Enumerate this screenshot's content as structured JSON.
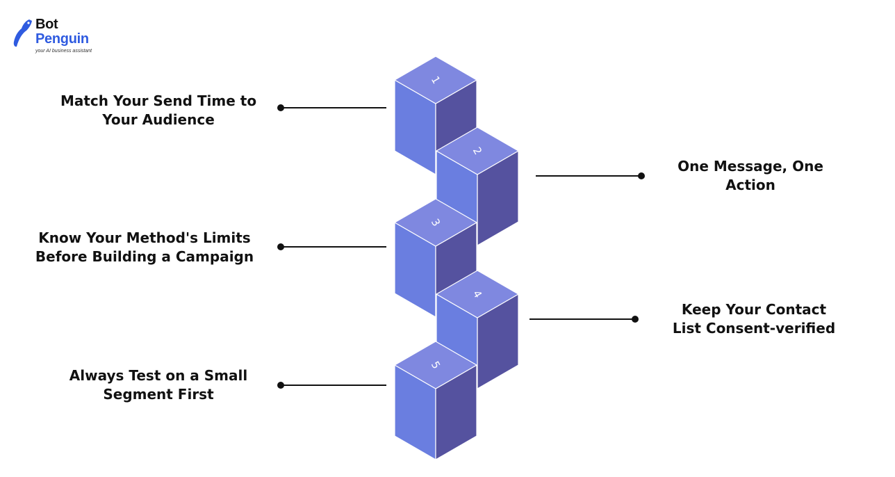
{
  "brand": {
    "name_part1": "Bot",
    "name_part2": "Penguin",
    "tagline": "your AI business assistant"
  },
  "steps": [
    {
      "number": "1",
      "label_line1": "Match Your Send Time to",
      "label_line2": "Your Audience"
    },
    {
      "number": "2",
      "label_line1": "One Message, One",
      "label_line2": "Action"
    },
    {
      "number": "3",
      "label_line1": "Know Your Method's Limits",
      "label_line2": "Before Building a Campaign"
    },
    {
      "number": "4",
      "label_line1": "Keep Your Contact",
      "label_line2": "List Consent-verified"
    },
    {
      "number": "5",
      "label_line1": "Always Test on a Small",
      "label_line2": "Segment First"
    }
  ],
  "colors": {
    "cube_top": "#7f88e0",
    "cube_left": "#6a7ee0",
    "cube_right": "#55529f",
    "brand_blue": "#2f5be0",
    "text": "#111111"
  }
}
